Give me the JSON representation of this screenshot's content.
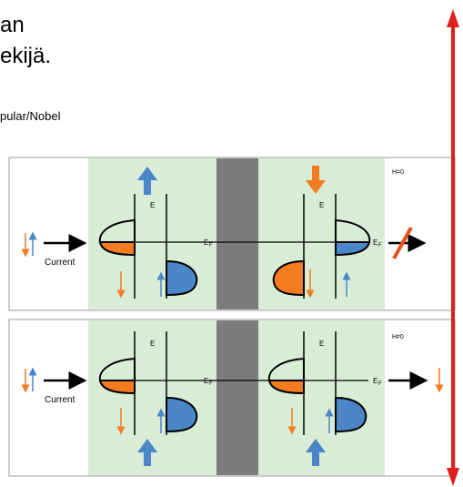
{
  "text": {
    "line1": "an",
    "line2": "ekijä.",
    "credit": "pular/Nobel"
  },
  "diagram": {
    "panel_top": {
      "field": "H=0",
      "current": "Current",
      "energy_left": "E",
      "energy_right": "E",
      "fermi_left": "E",
      "fermi_left_sub": "F",
      "fermi_right": "E",
      "fermi_right_sub": "F"
    },
    "panel_bottom": {
      "field": "H≠0",
      "current": "Current",
      "energy_left": "E",
      "energy_right": "E",
      "fermi_left": "E",
      "fermi_left_sub": "F",
      "fermi_right": "E",
      "fermi_right_sub": "F"
    }
  },
  "colors": {
    "green_bg": "#d8ecd6",
    "barrier": "#7c7c7c",
    "orange": "#f47b20",
    "blue": "#4a86c8",
    "red_arrow": "#e01e1e"
  }
}
